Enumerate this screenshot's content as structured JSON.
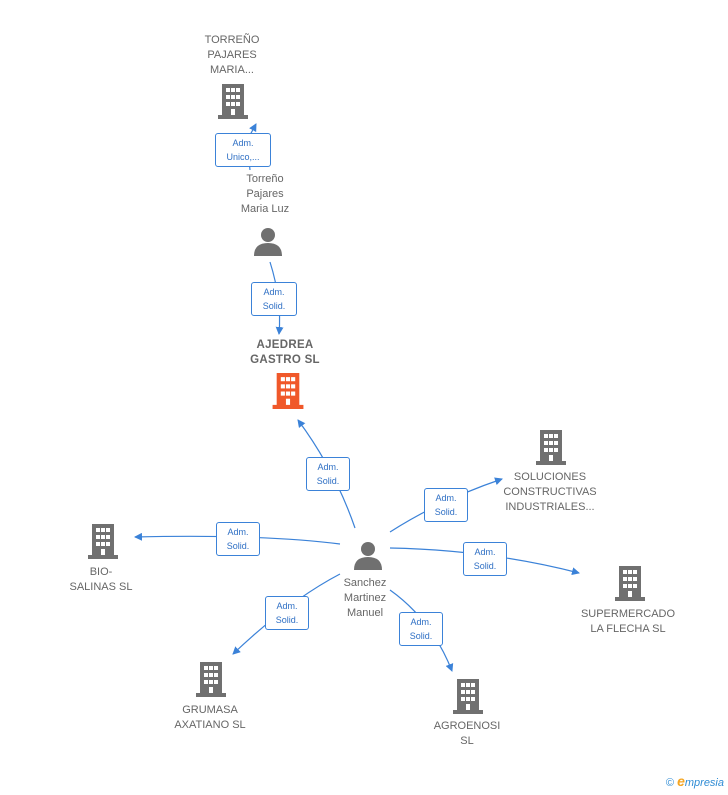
{
  "nodes": {
    "torreno_company": {
      "label": "TORREÑO\nPAJARES\nMARIA..."
    },
    "torreno_person": {
      "label": "Torreño\nPajares\nMaria Luz"
    },
    "ajedrea": {
      "label": "AJEDREA\nGASTRO  SL"
    },
    "sanchez": {
      "label": "Sanchez\nMartinez\nManuel"
    },
    "soluciones": {
      "label": "SOLUCIONES\nCONSTRUCTIVAS\nINDUSTRIALES..."
    },
    "bio_salinas": {
      "label": "BIO-\nSALINAS  SL"
    },
    "supermercado": {
      "label": "SUPERMERCADO\nLA FLECHA  SL"
    },
    "grumasa": {
      "label": "GRUMASA\nAXATIANO SL"
    },
    "agroenosi": {
      "label": "AGROENOSI\nSL"
    }
  },
  "roles": {
    "torreno_company": "Adm.\nUnico,...",
    "ajedrea_from_torreno": "Adm.\nSolid.",
    "ajedrea_from_sanchez": "Adm.\nSolid.",
    "soluciones": "Adm.\nSolid.",
    "bio_salinas": "Adm.\nSolid.",
    "supermercado": "Adm.\nSolid.",
    "grumasa": "Adm.\nSolid.",
    "agroenosi": "Adm.\nSolid."
  },
  "colors": {
    "edge": "#3b82d8",
    "building": "#707070",
    "building_main": "#f0582a",
    "person": "#707070"
  },
  "footer": {
    "copyright": "©",
    "brand_e": "e",
    "brand_rest": "mpresia"
  }
}
